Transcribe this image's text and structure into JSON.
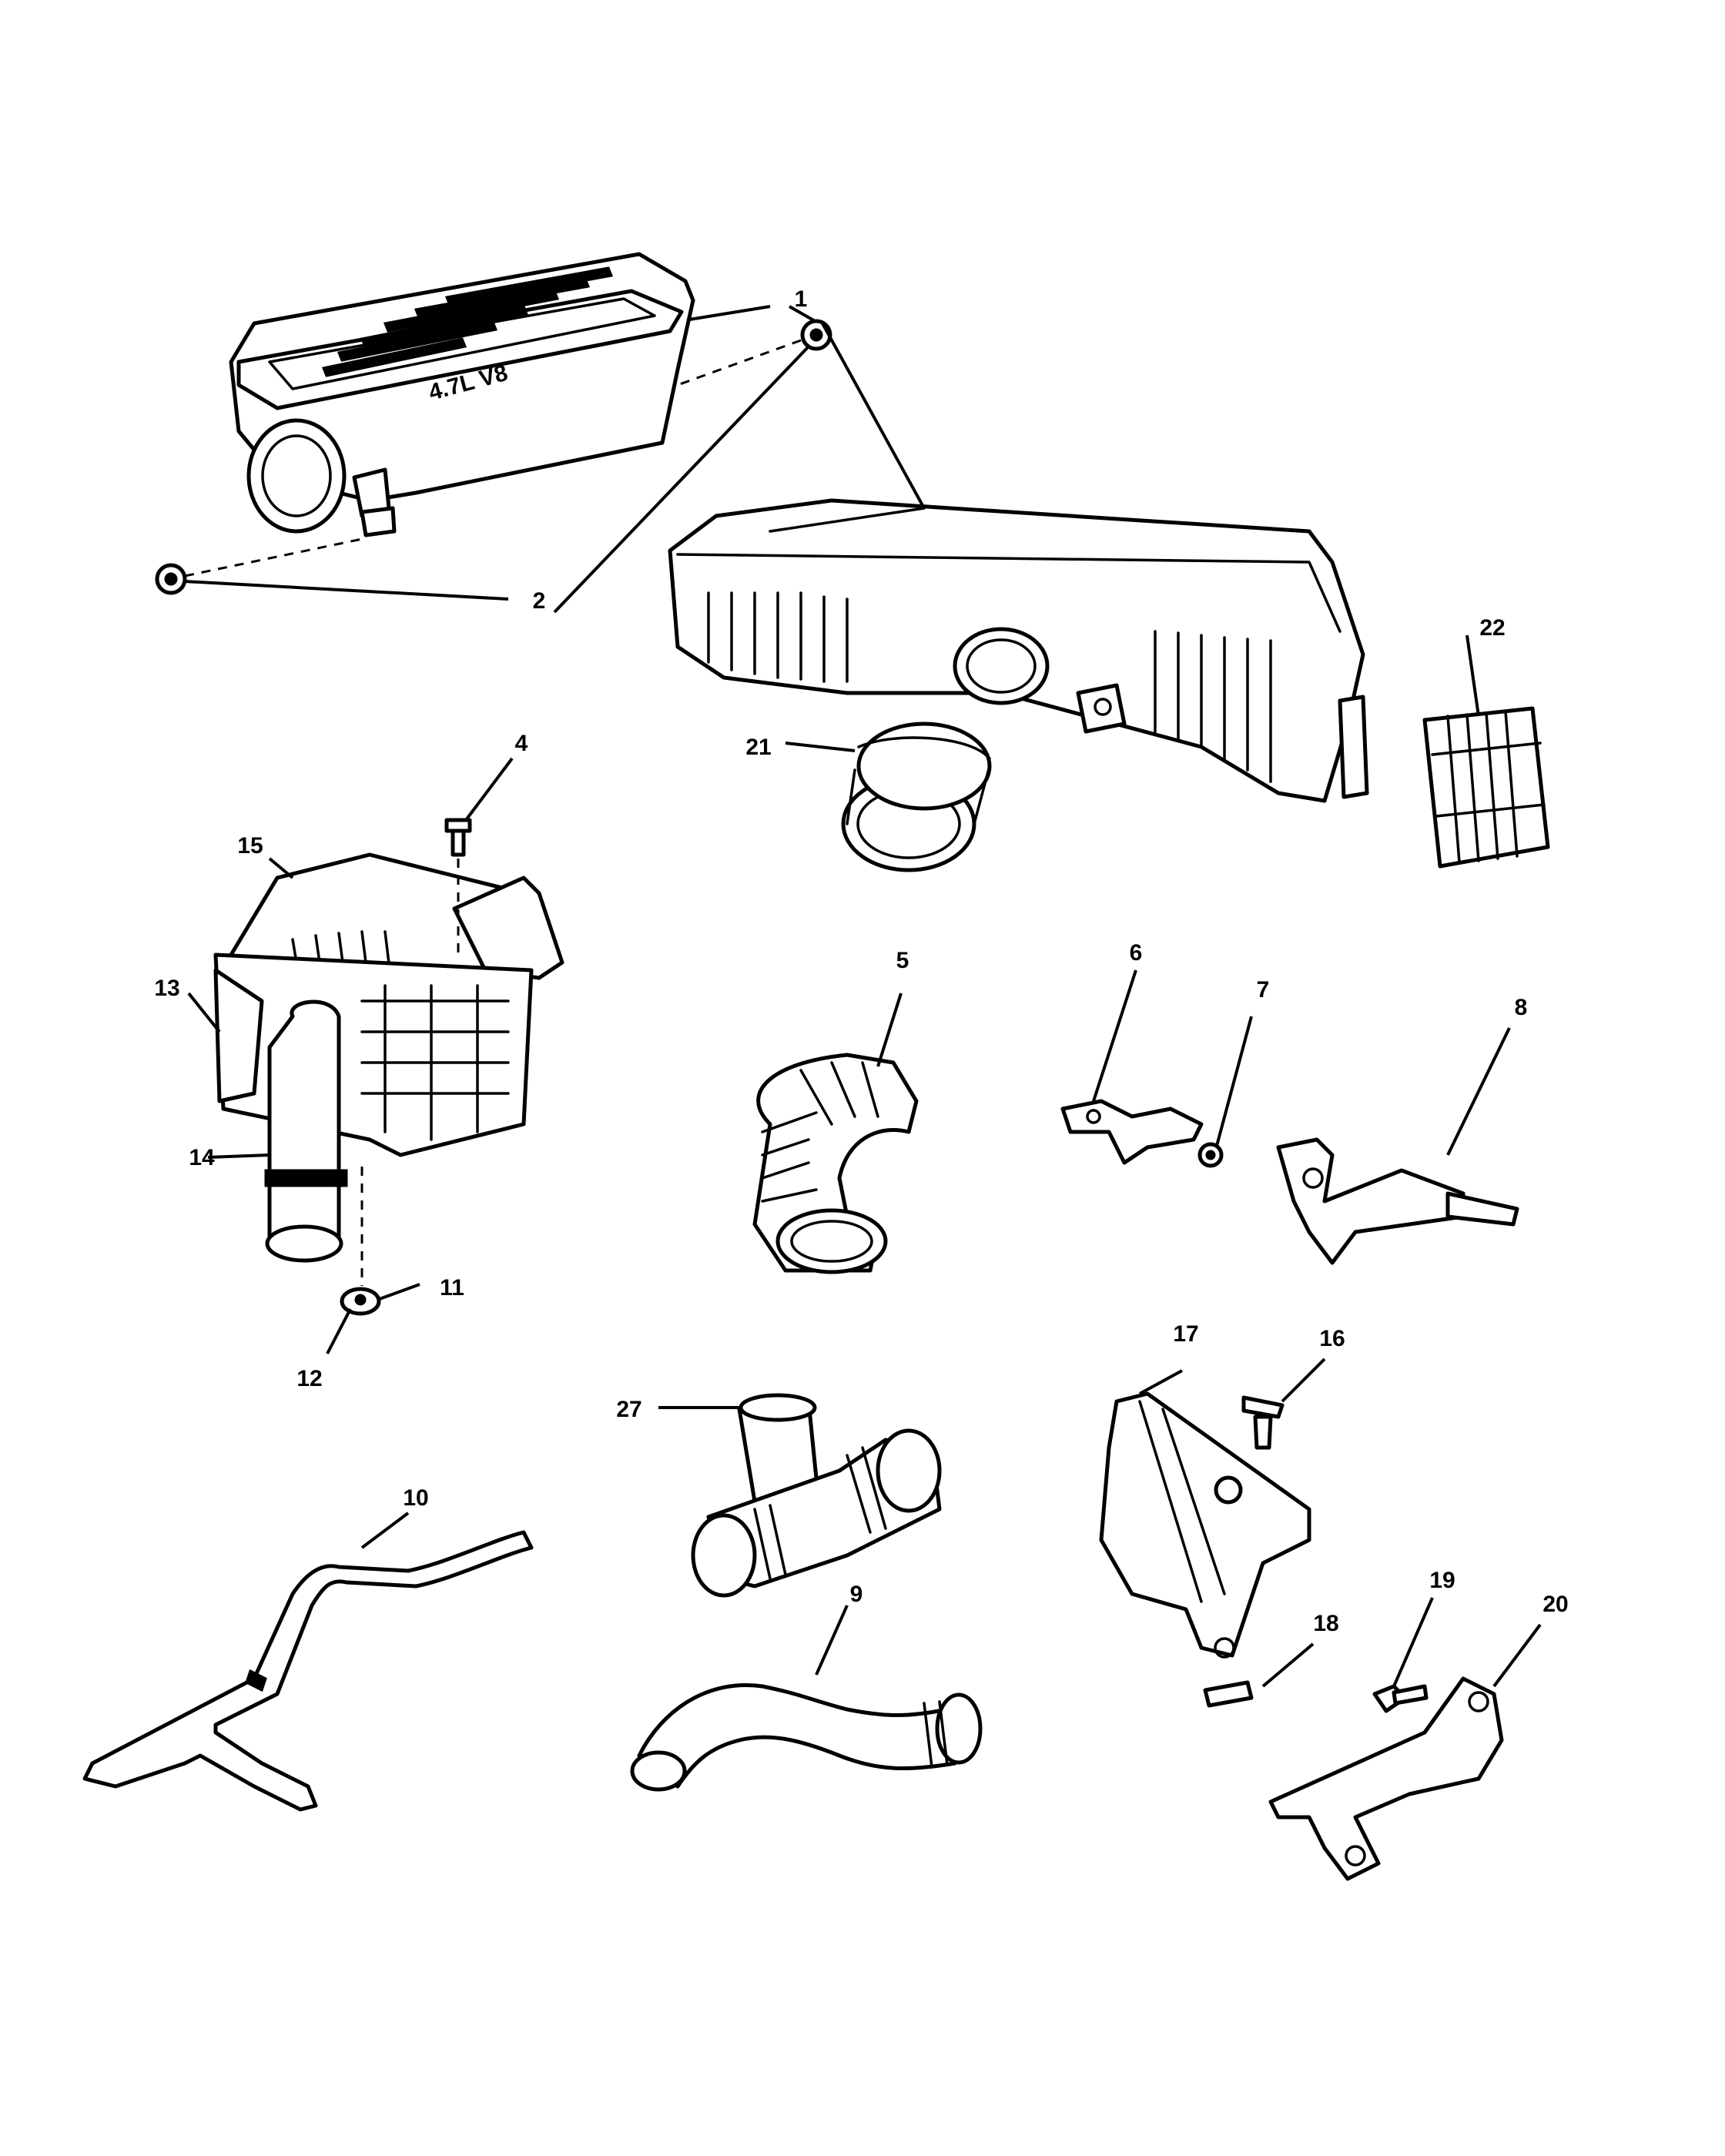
{
  "diagram": {
    "callouts": [
      {
        "id": "1",
        "label": "1"
      },
      {
        "id": "2",
        "label": "2"
      },
      {
        "id": "4",
        "label": "4"
      },
      {
        "id": "5",
        "label": "5"
      },
      {
        "id": "6",
        "label": "6"
      },
      {
        "id": "7",
        "label": "7"
      },
      {
        "id": "8",
        "label": "8"
      },
      {
        "id": "9",
        "label": "9"
      },
      {
        "id": "10",
        "label": "10"
      },
      {
        "id": "11",
        "label": "11"
      },
      {
        "id": "12",
        "label": "12"
      },
      {
        "id": "13",
        "label": "13"
      },
      {
        "id": "14",
        "label": "14"
      },
      {
        "id": "15",
        "label": "15"
      },
      {
        "id": "16",
        "label": "16"
      },
      {
        "id": "17",
        "label": "17"
      },
      {
        "id": "18",
        "label": "18"
      },
      {
        "id": "19",
        "label": "19"
      },
      {
        "id": "20",
        "label": "20"
      },
      {
        "id": "21",
        "label": "21"
      },
      {
        "id": "22",
        "label": "22"
      },
      {
        "id": "27",
        "label": "27"
      }
    ],
    "lid_embossed_text": "4.7L V8",
    "ink_color": "#000000",
    "background_color": "#ffffff"
  }
}
